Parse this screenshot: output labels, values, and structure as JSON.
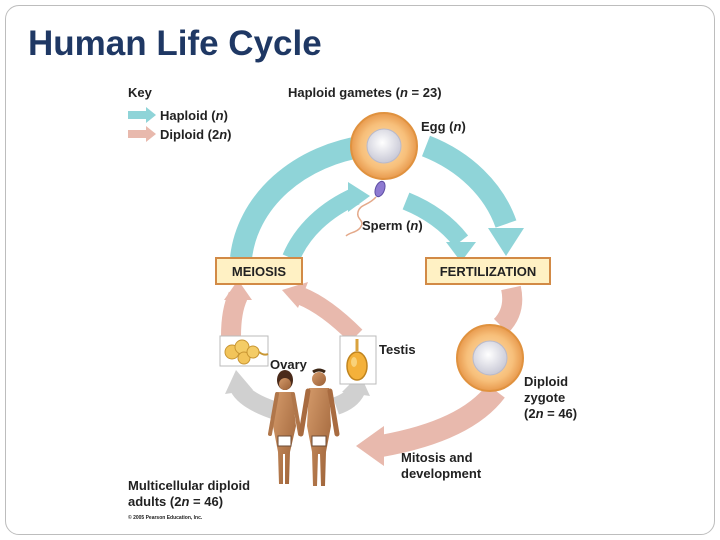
{
  "slide": {
    "title": "Human Life Cycle"
  },
  "key": {
    "title": "Key",
    "haploid": {
      "pre": "Haploid (",
      "it": "n",
      "post": ")"
    },
    "diploid": {
      "pre": "Diploid (2",
      "it": "n",
      "post": ")"
    }
  },
  "gametes_label": {
    "pre": "Haploid gametes (",
    "it": "n",
    "post": " = 23)"
  },
  "egg_label": {
    "pre": "Egg (",
    "it": "n",
    "post": ")"
  },
  "sperm_label": {
    "pre": "Sperm (",
    "it": "n",
    "post": ")"
  },
  "meiosis_label": "MEIOSIS",
  "fertilization_label": "FERTILIZATION",
  "ovary_label": "Ovary",
  "testis_label": "Testis",
  "zygote_label": {
    "line1": "Diploid",
    "line2": "zygote",
    "line3_pre": "(2",
    "line3_it": "n",
    "line3_post": " = 46)"
  },
  "mitosis_label": {
    "line1": "Mitosis and",
    "line2": "development"
  },
  "adults_label": {
    "line1": "Multicellular diploid",
    "line2_pre": "adults (2",
    "line2_it": "n",
    "line2_post": " = 46)"
  },
  "copyright": "© 2005 Pearson Education, Inc.",
  "colors": {
    "title": "#1f3864",
    "haploid": "#8fd4d8",
    "diploid": "#e8b9ad",
    "adult_arrow": "#d0d0d0",
    "box_fill": "#fff1c4",
    "box_border": "#d28a46",
    "cell": "#f5b871"
  },
  "icons": [
    "egg-cell-icon",
    "sperm-icon",
    "zygote-cell-icon",
    "ovary-icon",
    "testis-icon",
    "human-figures-icon"
  ]
}
